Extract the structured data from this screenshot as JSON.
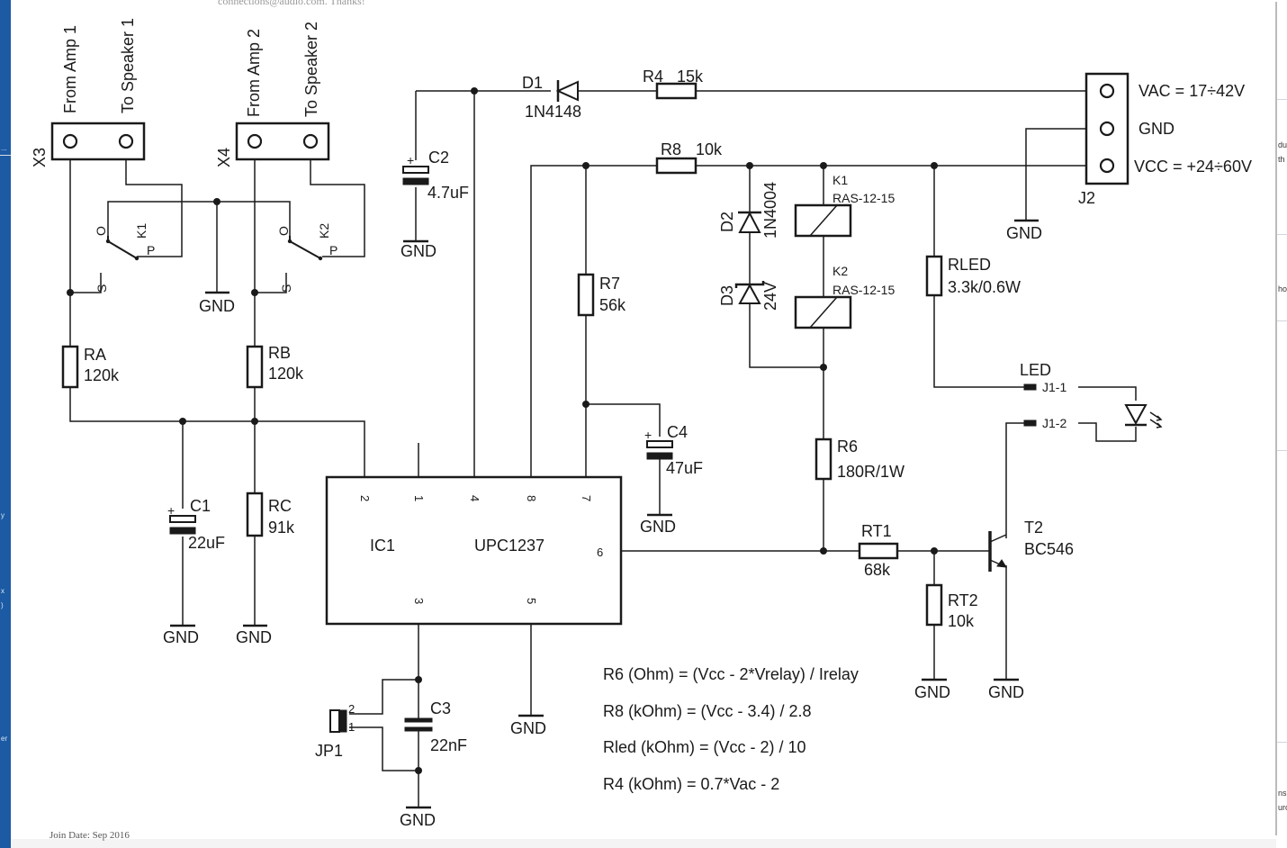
{
  "page": {
    "top_text": "connections@audio.com. Thanks!",
    "join_date": "Join Date: Sep 2016",
    "left_fragments": [
      "...",
      "y",
      "x",
      ")",
      "er"
    ],
    "right_fragments": [
      "du",
      "th",
      "ho",
      "ns",
      "urc"
    ]
  },
  "connectors": {
    "X3": {
      "ref": "X3",
      "pin1": "From Amp 1",
      "pin2": "To Speaker 1"
    },
    "X4": {
      "ref": "X4",
      "pin1": "From Amp 2",
      "pin2": "To Speaker 2"
    },
    "J2": {
      "ref": "J2",
      "pins": [
        "VAC = 17÷42V",
        "GND",
        "VCC = +24÷60V"
      ]
    },
    "J1": {
      "title": "LED",
      "pins": [
        "J1-1",
        "J1-2"
      ]
    },
    "JP1": {
      "ref": "JP1",
      "pins": [
        "2",
        "1"
      ]
    }
  },
  "relay_contacts": {
    "K1": {
      "ref": "K1",
      "o": "O",
      "p": "P",
      "s": "S"
    },
    "K2": {
      "ref": "K2",
      "o": "O",
      "p": "P",
      "s": "S"
    }
  },
  "components": {
    "D1": {
      "ref": "D1",
      "value": "1N4148"
    },
    "R4": {
      "ref": "R4",
      "value": "15k"
    },
    "C2": {
      "ref": "C2",
      "value": "4.7uF",
      "polarity": "+"
    },
    "R8": {
      "ref": "R8",
      "value": "10k"
    },
    "D2": {
      "ref": "D2",
      "value": "1N4004"
    },
    "D3": {
      "ref": "D3",
      "value": "24V"
    },
    "K1coil": {
      "ref": "K1",
      "value": "RAS-12-15"
    },
    "K2coil": {
      "ref": "K2",
      "value": "RAS-12-15"
    },
    "RLED": {
      "ref": "RLED",
      "value": "3.3k/0.6W"
    },
    "R7": {
      "ref": "R7",
      "value": "56k"
    },
    "C4": {
      "ref": "C4",
      "value": "47uF",
      "polarity": "+"
    },
    "R6": {
      "ref": "R6",
      "value": "180R/1W"
    },
    "RA": {
      "ref": "RA",
      "value": "120k"
    },
    "RB": {
      "ref": "RB",
      "value": "120k"
    },
    "RC": {
      "ref": "RC",
      "value": "91k"
    },
    "C1": {
      "ref": "C1",
      "value": "22uF",
      "polarity": "+"
    },
    "RT1": {
      "ref": "RT1",
      "value": "68k"
    },
    "RT2": {
      "ref": "RT2",
      "value": "10k"
    },
    "T2": {
      "ref": "T2",
      "value": "BC546"
    },
    "C3": {
      "ref": "C3",
      "value": "22nF"
    }
  },
  "ic": {
    "ref": "IC1",
    "part": "UPC1237",
    "pins": {
      "p1": "1",
      "p2": "2",
      "p3": "3",
      "p4": "4",
      "p5": "5",
      "p6": "6",
      "p7": "7",
      "p8": "8"
    }
  },
  "gnd_label": "GND",
  "formulas": [
    "R6 (Ohm) = (Vcc - 2*Vrelay) / Irelay",
    "R8 (kOhm) = (Vcc - 3.4) / 2.8",
    "Rled (kOhm) = (Vcc - 2) / 10",
    "R4 (kOhm) = 0.7*Vac - 2"
  ]
}
